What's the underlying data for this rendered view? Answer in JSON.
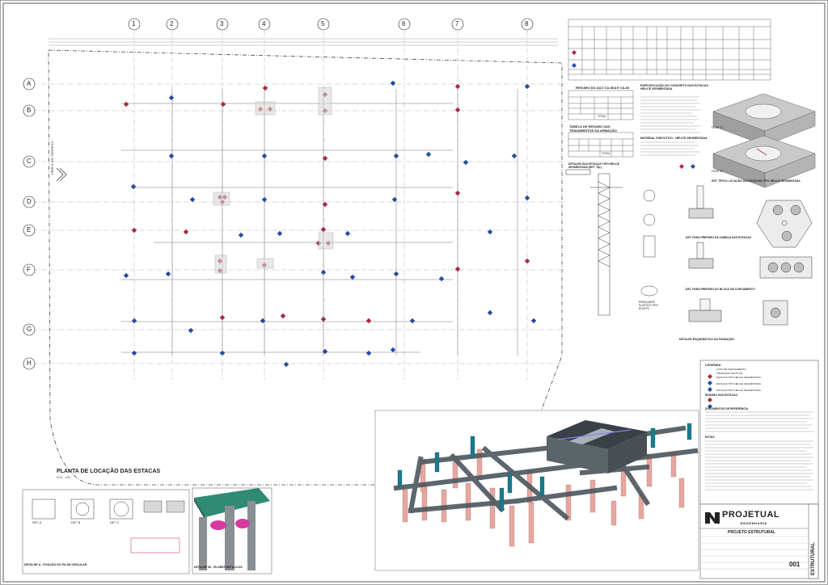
{
  "colors": {
    "red": "#b0283c",
    "blue": "#1d4fa8",
    "grid": "#9a9a9a",
    "pile_pink": "#e8a6a0",
    "beam_gray": "#4f5a60",
    "pillar_teal": "#1b7a8c",
    "roof": "#3a4146"
  },
  "grid_columns": [
    "1",
    "2",
    "3",
    "4",
    "5",
    "6",
    "7",
    "8"
  ],
  "grid_rows": [
    "A",
    "B",
    "C",
    "D",
    "E",
    "F",
    "G",
    "H"
  ],
  "plan": {
    "terrain_label": "PERFIL DO TERRENO",
    "title": "PLANTA DE LOCAÇÃO DAS ESTACAS",
    "scale": "ESC.: 1/50"
  },
  "tables": {
    "concrete_summary_title": "RESUMO DO AÇO CA-50A E CA-60",
    "anchor_table_title": "TABELA DE RESUMO DAS TRAVAMENTOS DA ARMAÇÃO",
    "spec_title": "ESPECIFICAÇÃO DO CONCRETO DAS ESTACAS HÉLICE SEGMENTADA",
    "material_title": "MATERIAL EXECUTIVO - HÉLICE SEGMENTADA",
    "totals": [
      "TOTAL",
      "TOTAL"
    ]
  },
  "details": {
    "pile_detail_title": "DETALHE DAS ESTACAS TIPO HÉLICE SEGMENTADA (DET. TÍp.)",
    "plastic_spacer": "ESPAÇADOR PLÁSTICO TIPO ROLETE",
    "phase1": "FASE 01",
    "phase2": "FASE 02",
    "section_title": "DET. TÍPICO LOCAÇÃO DAS ESTACAS TIPO HÉLICE SEGMENTADA",
    "cap_prep_title": "DET. PARA PREPARO DA CABEÇA DAS ESTACAS",
    "block_prep_title": "DET. PARA PREPARO DO BLOCO DE COROAMENTO",
    "foundation_title": "DETALHE ESQUEMÁTICO DA FUNDAÇÃO",
    "det_a": "DET. A",
    "det_b": "DET. B",
    "det_c": "DET. C",
    "det_a_footer": "DETALHE A - FIXAÇÃO DO PILAR CIRCULAR",
    "det_d_footer": "DETALHE 3D - PILARES METÁLICOS"
  },
  "legend": {
    "title": "LEGENDA",
    "items": [
      "COTA DE ARRASAMENTO",
      "TRANSIÇÃO DE PILAR",
      "ESTACAS TIPO HÉLICE SEGMENTADA",
      "ESTACAS TIPO HÉLICE SEGMENTADA",
      "ESTACAS TIPO HÉLICE SEGMENTADA"
    ],
    "summary_title": "RESUMO DAS ESTACAS",
    "docs_title": "DOCUMENTOS DE REFERÊNCIA",
    "notes_title": "NOTAS"
  },
  "title_block": {
    "brand": "PROJETUAL",
    "brand_sub": "ENGENHARIA",
    "project": "PROJETO ESTRUTURAL",
    "sheet_number": "001",
    "vertical_label": "ESTRUTURAL"
  }
}
